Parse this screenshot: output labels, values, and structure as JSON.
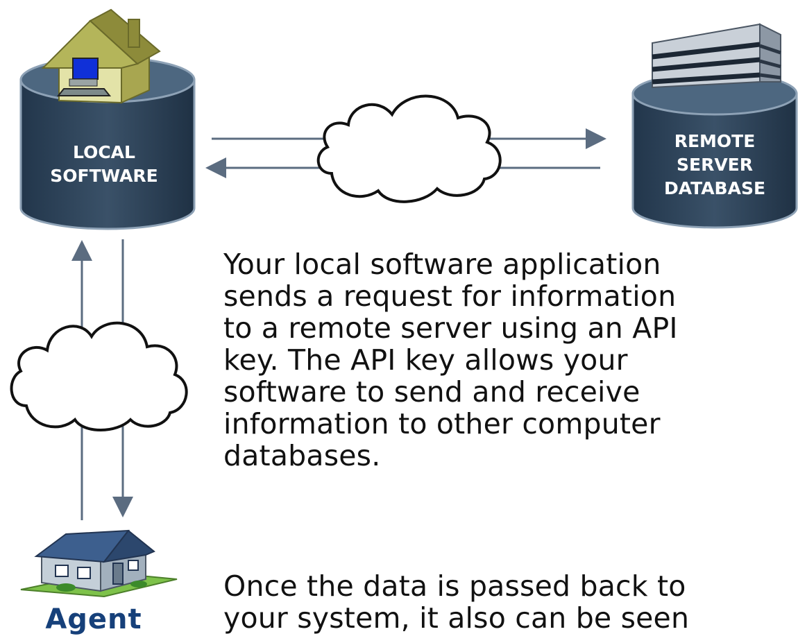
{
  "nodes": {
    "local": {
      "lines": [
        "LOCAL",
        "SOFTWARE"
      ]
    },
    "remote": {
      "lines": [
        "REMOTE",
        "SERVER",
        "DATABASE"
      ]
    },
    "agent": {
      "label": "Agent"
    }
  },
  "description": {
    "main_lines": [
      "Your local software application",
      "sends a request for information",
      "to a remote server using an API",
      "key. The API key allows your",
      "software to send and receive",
      "information to other computer",
      "databases."
    ],
    "second_lines": [
      "Once the data is passed back to",
      "your system, it also can be seen"
    ]
  },
  "colors": {
    "cylinder_body": "#2f4358",
    "cylinder_top": "#4d6780",
    "arrow": "#5b6c80",
    "agent_text": "#16407a"
  }
}
